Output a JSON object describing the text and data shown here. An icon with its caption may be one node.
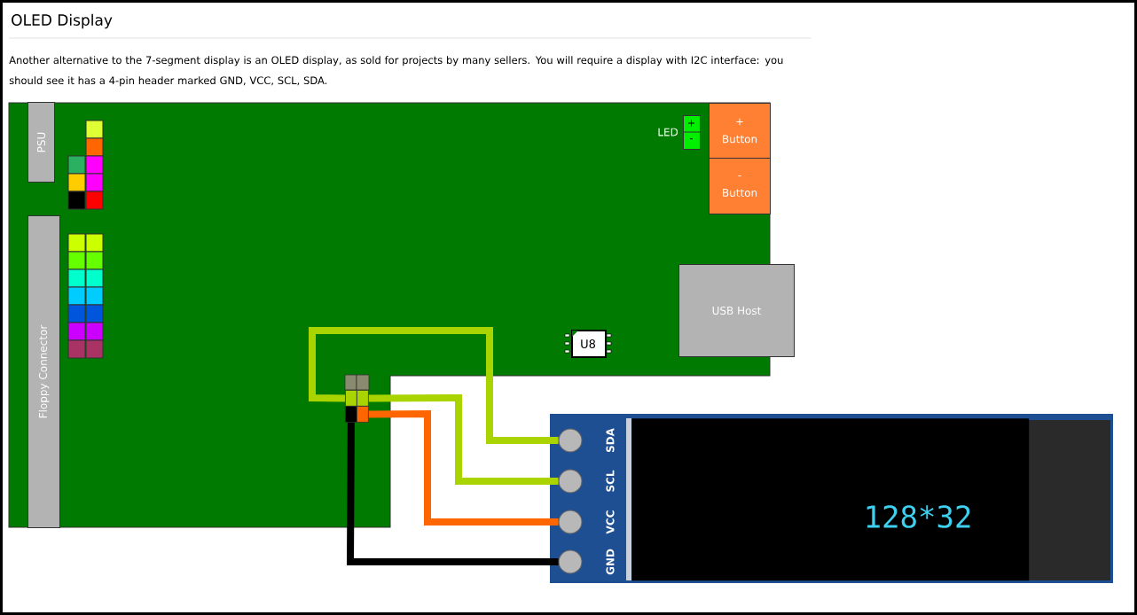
{
  "diagram": {
    "title": "OLED Display",
    "labels": [
      "Another alternative to the 7-segment display is an OLED display, as sold for projects by many sellers. You will require a display with I2C interface: you should see it has a 4-pin header marked GND, VCC, SCL, SDA."
    ],
    "nodes": [
      {
        "text": [],
        "shape": "box"
      },
      {
        "text": [
          "PSU"
        ],
        "in": 0
      },
      {
        "text": [
          "Floppy Connector"
        ],
        "in": 0
      },
      {
        "text": [
          "+",
          "-"
        ],
        "beside": [
          "LED"
        ],
        "in": 0
      },
      {
        "text": [
          "+ Button"
        ],
        "in": 0
      },
      {
        "text": [
          "- Button"
        ],
        "in": 0
      },
      {
        "text": [
          "USB Host"
        ]
      },
      {
        "text": [
          "U8"
        ],
        "in": 0
      },
      {
        "text": [],
        "shape": "box",
        "in": 0
      },
      {
        "text": [],
        "shape": "box",
        "in": 0
      },
      {
        "text": [],
        "shape": "box",
        "in": 0
      },
      {
        "text": [],
        "shape": "box",
        "in": 0
      },
      {
        "text": [
          "SDA"
        ]
      },
      {
        "text": [
          "SCL"
        ]
      },
      {
        "text": [
          "VCC"
        ]
      },
      {
        "text": [
          "GND"
        ]
      },
      {
        "text": [
          "128*32"
        ]
      }
    ],
    "edges": [
      {
        "from": 8,
        "to": 12,
        "arrow": "none",
        "color": "#aad400"
      },
      {
        "from": 9,
        "to": 13,
        "arrow": "none",
        "color": "#aad400"
      },
      {
        "from": 11,
        "to": 14,
        "arrow": "none",
        "color": "#ff6600"
      },
      {
        "from": 10,
        "to": 15,
        "arrow": "none",
        "color": "#000000"
      }
    ]
  }
}
